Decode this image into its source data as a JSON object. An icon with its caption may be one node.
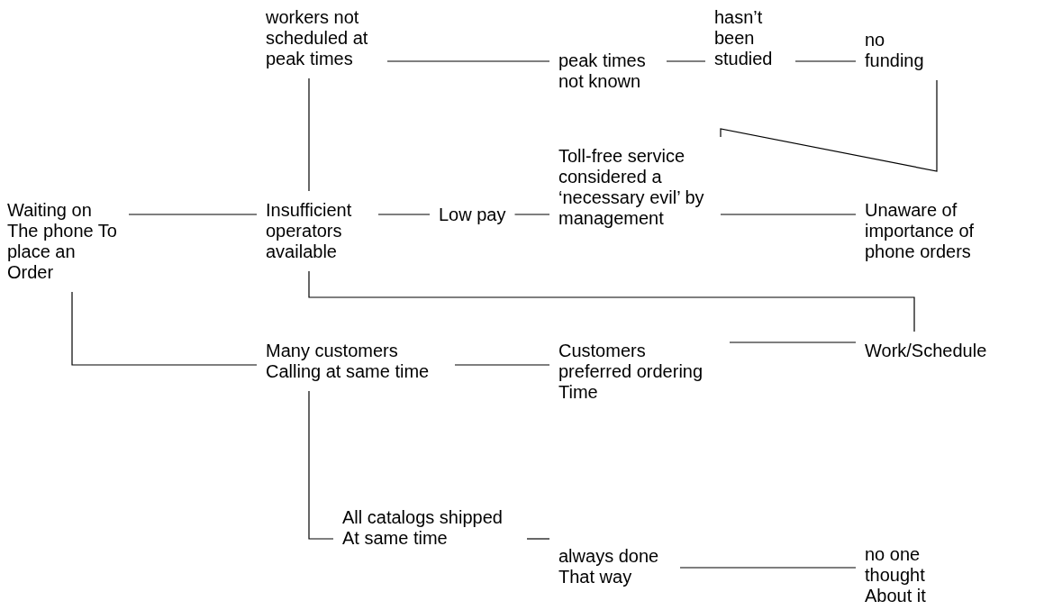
{
  "diagram": {
    "nodes": [
      {
        "text": [
          "Waiting on The phone To place an Order"
        ]
      },
      {
        "text": [
          "Insufficient operators available"
        ]
      },
      {
        "text": [
          "workers not scheduled at peak times"
        ]
      },
      {
        "text": [
          "peak times not known"
        ]
      },
      {
        "text": [
          "hasn’t been studied"
        ]
      },
      {
        "text": [
          "no funding"
        ]
      },
      {
        "text": [
          "Low pay"
        ]
      },
      {
        "text": [
          "Toll-free service considered a ‘necessary evil’ by management"
        ]
      },
      {
        "text": [
          "Unaware of importance of phone orders"
        ]
      },
      {
        "text": [
          "Work/Schedule"
        ]
      },
      {
        "text": [
          "Many customers Calling at same time"
        ]
      },
      {
        "text": [
          "Customers preferred ordering Time"
        ]
      },
      {
        "text": [
          "All catalogs shipped At same time"
        ]
      },
      {
        "text": [
          "always done That way"
        ]
      },
      {
        "text": [
          "no one thought About it"
        ]
      }
    ],
    "edges": [
      {
        "from": 0,
        "to": 1,
        "arrow": "none"
      },
      {
        "from": 1,
        "to": 2,
        "arrow": "none"
      },
      {
        "from": 2,
        "to": 3,
        "arrow": "none"
      },
      {
        "from": 3,
        "to": 4,
        "arrow": "none"
      },
      {
        "from": 4,
        "to": 5,
        "arrow": "none"
      },
      {
        "from": 5,
        "to": 7,
        "arrow": "none"
      },
      {
        "from": 1,
        "to": 6,
        "arrow": "none"
      },
      {
        "from": 6,
        "to": 7,
        "arrow": "none"
      },
      {
        "from": 7,
        "to": 8,
        "arrow": "none"
      },
      {
        "from": 1,
        "to": 9,
        "arrow": "none"
      },
      {
        "from": 0,
        "to": 10,
        "arrow": "none"
      },
      {
        "from": 10,
        "to": 11,
        "arrow": "none"
      },
      {
        "from": 11,
        "to": 9,
        "arrow": "none"
      },
      {
        "from": 10,
        "to": 12,
        "arrow": "none"
      },
      {
        "from": 12,
        "to": 13,
        "arrow": "none"
      },
      {
        "from": 13,
        "to": 14,
        "arrow": "none"
      }
    ]
  }
}
